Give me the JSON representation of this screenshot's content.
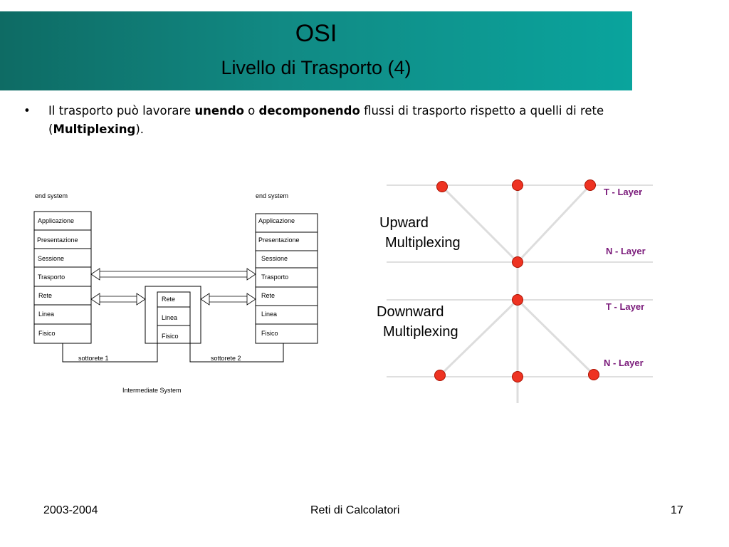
{
  "title": {
    "line1": "OSI",
    "line2": "Livello di Trasporto (4)"
  },
  "bullet": {
    "t1": "Il trasporto può lavorare ",
    "b1": "unendo",
    "t2": " o ",
    "b2": "decomponendo",
    "t3": " flussi di trasporto rispetto a quelli di rete (",
    "b3": "Multiplexing",
    "t4": ")."
  },
  "left_diagram": {
    "end_system_label": "end system",
    "left_stack": [
      "Applicazione",
      "Presentazione",
      "Sessione",
      "Trasporto",
      "Rete",
      "Linea",
      "Fisico"
    ],
    "right_stack": [
      "Applicazione",
      "Presentazione",
      "Sessione",
      "Trasporto",
      "Rete",
      "Linea",
      "Fisico"
    ],
    "intermediate_stack": [
      "Rete",
      "Linea",
      "Fisico"
    ],
    "subnet1": "sottorete 1",
    "subnet2": "sottorete 2",
    "intermediate_label": "Intermediate System"
  },
  "right_diagram": {
    "upward_line1": "Upward",
    "upward_line2": "Multiplexing",
    "downward_line1": "Downward",
    "downward_line2": "Multiplexing",
    "t_layer": "T - Layer",
    "n_layer": "N - Layer",
    "node_color": "#ee3322",
    "layer_label_color": "#7a1a7a"
  },
  "footer": {
    "left": "2003-2004",
    "center": "Reti di Calcolatori",
    "right": "17"
  }
}
